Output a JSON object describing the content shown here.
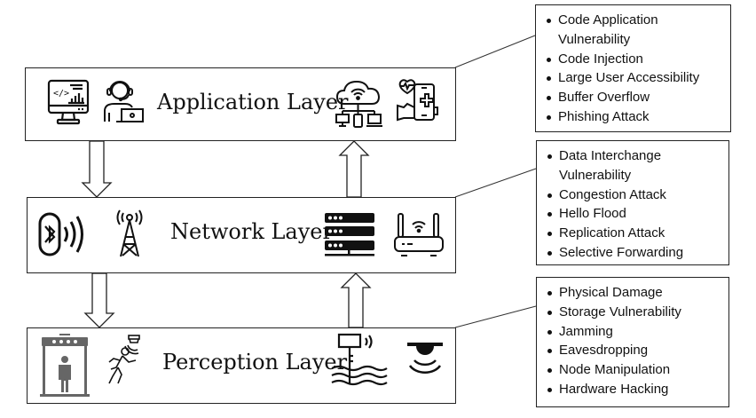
{
  "layers": [
    {
      "id": "application",
      "title": "Application Layer",
      "icons": [
        "monitor-code-analytics-icon",
        "support-agent-laptop-icon",
        "cloud-network-devices-icon",
        "mobile-health-icon"
      ],
      "threats": [
        "Code Application Vulnerability",
        "Code Injection",
        "Large User Accessibility",
        "Buffer Overflow",
        "Phishing Attack"
      ]
    },
    {
      "id": "network",
      "title": "Network Layer",
      "icons": [
        "bluetooth-signal-icon",
        "radio-tower-icon",
        "server-rack-icon",
        "wifi-router-icon"
      ],
      "threats": [
        "Data Interchange Vulnerability",
        "Congestion Attack",
        "Hello Flood",
        "Replication Attack",
        "Selective Forwarding"
      ]
    },
    {
      "id": "perception",
      "title": "Perception Layer",
      "icons": [
        "body-scanner-icon",
        "motion-sensor-icon",
        "water-level-sensor-icon",
        "ceiling-sensor-icon"
      ],
      "threats": [
        "Physical Damage",
        "Storage Vulnerability",
        "Jamming",
        "Eavesdropping",
        "Node Manipulation",
        "Hardware Hacking"
      ]
    }
  ],
  "flows": [
    {
      "from": "application",
      "to": "network",
      "direction": "down"
    },
    {
      "from": "network",
      "to": "application",
      "direction": "up"
    },
    {
      "from": "network",
      "to": "perception",
      "direction": "down"
    },
    {
      "from": "perception",
      "to": "network",
      "direction": "up"
    }
  ],
  "colors": {
    "stroke": "#222222",
    "icon": "#111111",
    "icon_gray": "#666666",
    "background": "#ffffff"
  }
}
